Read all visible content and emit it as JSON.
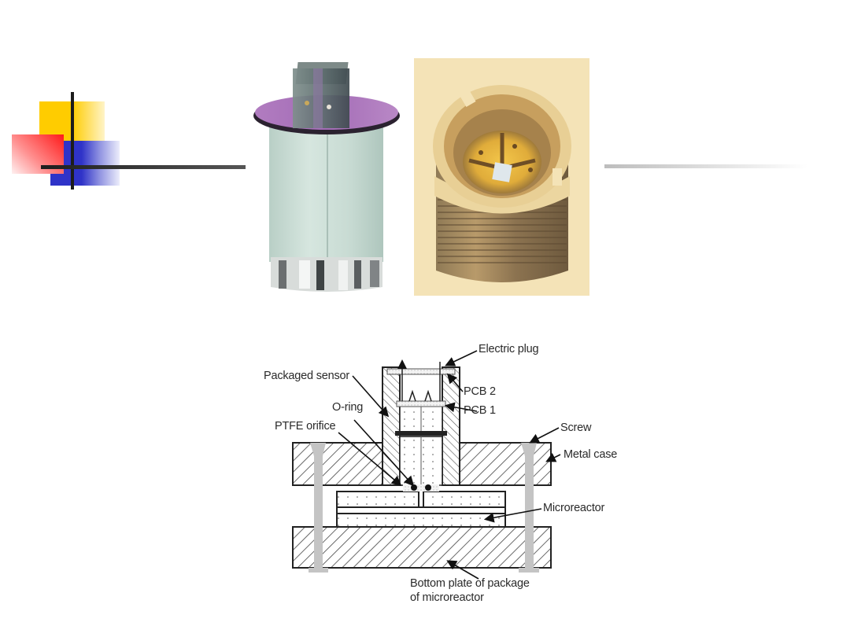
{
  "slide": {
    "logo_icon": "four-color-squares-logo"
  },
  "photos": {
    "left": {
      "subject": "packaged-sensor-photo"
    },
    "right": {
      "subject": "metal-case-photo"
    }
  },
  "diagram": {
    "labels": {
      "electric_plug": "Electric plug",
      "packaged_sensor": "Packaged sensor",
      "pcb2": "PCB 2",
      "pcb1": "PCB 1",
      "o_ring": "O-ring",
      "screw": "Screw",
      "ptfe_orifice": "PTFE orifice",
      "metal_case": "Metal case",
      "microreactor": "Microreactor",
      "bottom_plate_line1": "Bottom plate of package",
      "bottom_plate_line2": "of microreactor"
    }
  },
  "colors": {
    "yellow": "#ffcc00",
    "red": "#ff1a1a",
    "blue": "#2f33c8",
    "purple_disc": "#a26fb3",
    "sensor_body": "#c9dbd2",
    "brass": "#d8b36a"
  }
}
